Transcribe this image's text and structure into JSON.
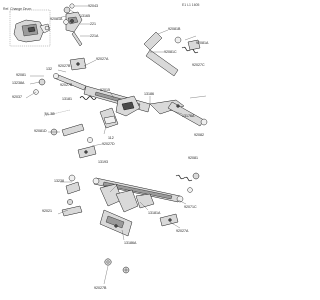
{
  "header": {
    "code": "E1 L1 1605"
  },
  "inset": {
    "caption": "Ref. Change Drum"
  },
  "callouts": [
    "92043",
    "13165",
    "92081A",
    "92081B",
    "221",
    "221A",
    "92081C",
    "92027A",
    "92027B",
    "132",
    "92081",
    "92027C",
    "13238A",
    "92037",
    "92027B",
    "13181",
    "92015",
    "13186",
    "92081A",
    "13176A",
    "92082",
    "'84-'85",
    "92081D",
    "112",
    "92027D",
    "13193",
    "92081",
    "13238",
    "92071C",
    "13181A",
    "92021",
    "13186A",
    "92027A",
    "92027B"
  ]
}
